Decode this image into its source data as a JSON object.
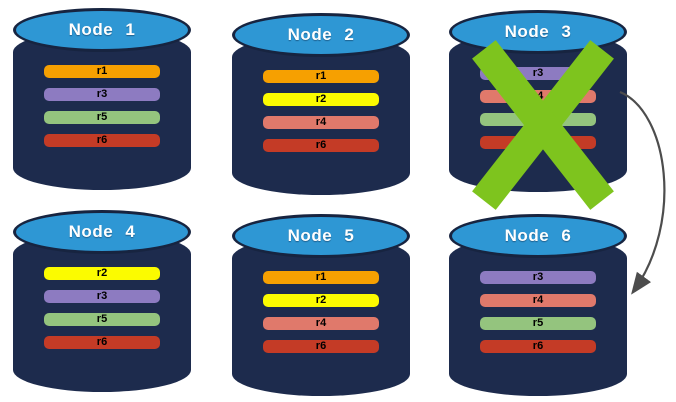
{
  "colors": {
    "background": "#FFFFFF",
    "cylinder_body": "#1D2B4D",
    "cylinder_top": "#2E97D4",
    "cylinder_outline": "#172440",
    "title_text": "#FFFFFF",
    "row_text": "#000000",
    "failure_x": "#7EC41E",
    "arrow": "#4D4D4D"
  },
  "replica_colors": {
    "r1": "#F6A001",
    "r2": "#FBFB00",
    "r3": "#8D7BC1",
    "r4": "#E0796B",
    "r5": "#94C47E",
    "r6": "#C43B26"
  },
  "nodes": [
    {
      "title": "Node 1",
      "failed": false,
      "rows": [
        {
          "label": "r1",
          "color": "#F6A001"
        },
        {
          "label": "r3",
          "color": "#8D7BC1"
        },
        {
          "label": "r5",
          "color": "#94C47E"
        },
        {
          "label": "r6",
          "color": "#C43B26"
        }
      ]
    },
    {
      "title": "Node 2",
      "failed": false,
      "rows": [
        {
          "label": "r1",
          "color": "#F6A001"
        },
        {
          "label": "r2",
          "color": "#FBFB00"
        },
        {
          "label": "r4",
          "color": "#E0796B"
        },
        {
          "label": "r6",
          "color": "#C43B26"
        }
      ]
    },
    {
      "title": "Node 3",
      "failed": true,
      "rows": [
        {
          "label": "r3",
          "color": "#8D7BC1"
        },
        {
          "label": "r4",
          "color": "#E0796B"
        },
        {
          "label": "r5",
          "color": "#94C47E"
        },
        {
          "label": "r6",
          "color": "#C43B26"
        }
      ]
    },
    {
      "title": "Node 4",
      "failed": false,
      "rows": [
        {
          "label": "r2",
          "color": "#FBFB00"
        },
        {
          "label": "r3",
          "color": "#8D7BC1"
        },
        {
          "label": "r5",
          "color": "#94C47E"
        },
        {
          "label": "r6",
          "color": "#C43B26"
        }
      ]
    },
    {
      "title": "Node 5",
      "failed": false,
      "rows": [
        {
          "label": "r1",
          "color": "#F6A001"
        },
        {
          "label": "r2",
          "color": "#FBFB00"
        },
        {
          "label": "r4",
          "color": "#E0796B"
        },
        {
          "label": "r6",
          "color": "#C43B26"
        }
      ]
    },
    {
      "title": "Node 6",
      "failed": false,
      "rows": [
        {
          "label": "r3",
          "color": "#8D7BC1"
        },
        {
          "label": "r4",
          "color": "#E0796B"
        },
        {
          "label": "r5",
          "color": "#94C47E"
        },
        {
          "label": "r6",
          "color": "#C43B26"
        }
      ]
    }
  ],
  "arrow": {
    "from": "Node 3",
    "to": "Node 6"
  }
}
